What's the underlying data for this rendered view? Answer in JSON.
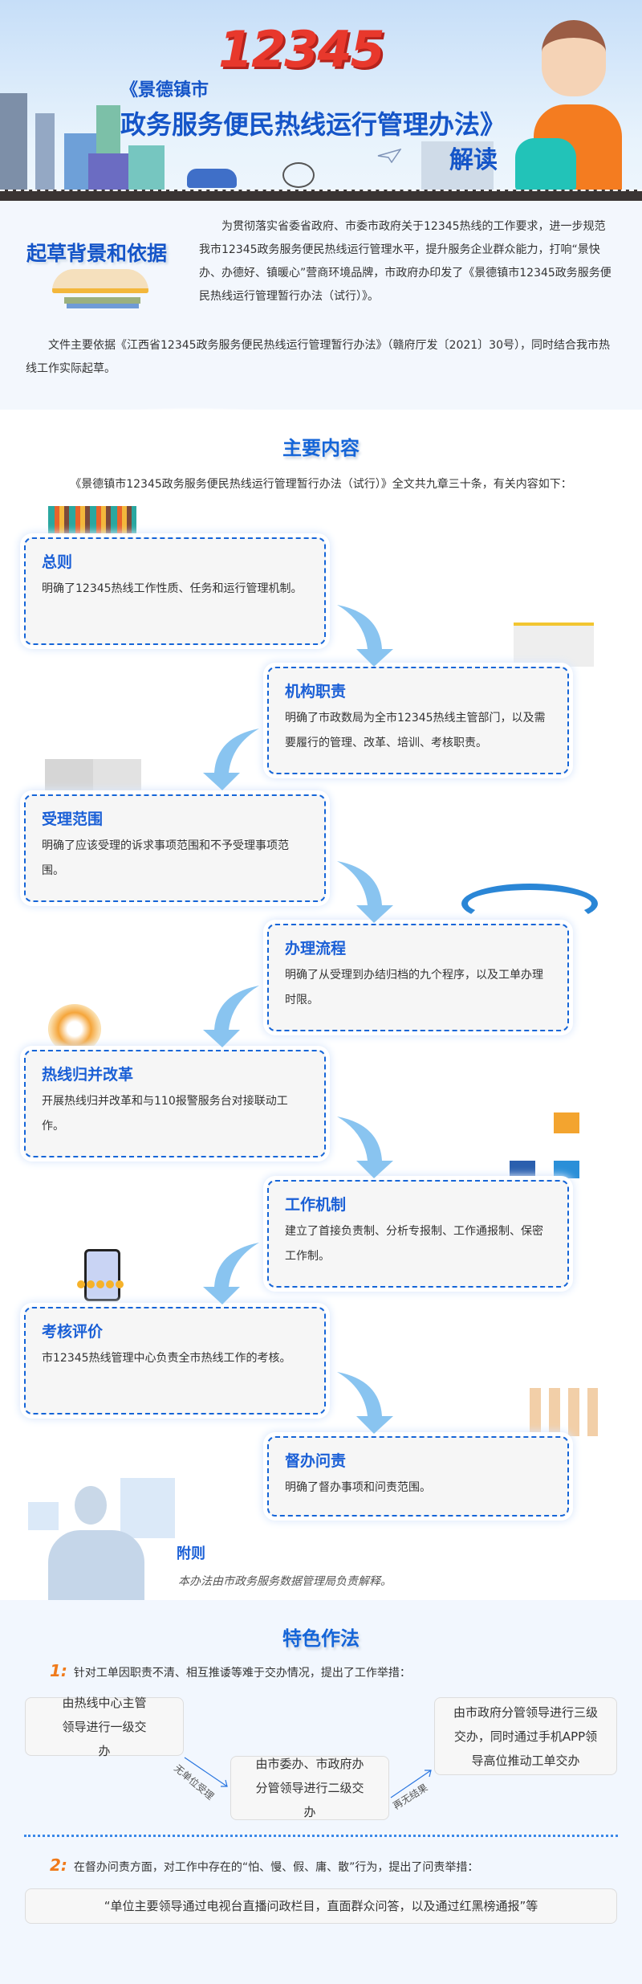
{
  "banner": {
    "title_prefix": "《景德镇市",
    "title_number": "12345",
    "title_main": "政务服务便民热线运行管理办法》",
    "title_suffix": "解读"
  },
  "background": {
    "title": "起草背景和依据",
    "para1": "为贯彻落实省委省政府、市委市政府关于12345热线的工作要求，进一步规范我市12345政务服务便民热线运行管理水平，提升服务企业群众能力，打响“景快办、办德好、镇暖心”营商环境品牌，市政府办印发了《景德镇市12345政务服务便民热线运行管理暂行办法（试行）》。",
    "para2": "文件主要依据《江西省12345政务服务便民热线运行管理暂行办法》（赣府厅发〔2021〕30号），同时结合我市热线工作实际起草。"
  },
  "main": {
    "title": "主要内容",
    "intro": "《景德镇市12345政务服务便民热线运行管理暂行办法（试行）》全文共九章三十条，有关内容如下：",
    "chapters": [
      {
        "title": "总则",
        "body": "明确了12345热线工作性质、任务和运行管理机制。"
      },
      {
        "title": "机构职责",
        "body": "明确了市政数局为全市12345热线主管部门，以及需要履行的管理、改革、培训、考核职责。"
      },
      {
        "title": "受理范围",
        "body": "明确了应该受理的诉求事项范围和不予受理事项范围。"
      },
      {
        "title": "办理流程",
        "body": "明确了从受理到办结归档的九个程序，以及工单办理时限。"
      },
      {
        "title": "热线归并改革",
        "body": "开展热线归并改革和与110报警服务台对接联动工作。"
      },
      {
        "title": "工作机制",
        "body": "建立了首接负责制、分析专报制、工作通报制、保密工作制。"
      },
      {
        "title": "考核评价",
        "body": "市12345热线管理中心负责全市热线工作的考核。"
      },
      {
        "title": "督办问责",
        "body": "明确了督办事项和问责范围。"
      }
    ],
    "appendix_title": "附则",
    "appendix_body": "本办法由市政务服务数据管理局负责解释。"
  },
  "features": {
    "title": "特色作法",
    "item1_num": "1:",
    "item1_text": "针对工单因职责不清、相互推诿等难于交办情况，提出了工作举措：",
    "step1": "由热线中心主管领导进行一级交办",
    "step2": "由市委办、市政府办分管领导进行二级交办",
    "step3": "由市政府分管领导进行三级交办，同时通过手机APP领导高位推动工单交办",
    "arrow1_label": "无单位受理",
    "arrow2_label": "再无结果",
    "item2_num": "2:",
    "item2_text": "在督办问责方面，对工作中存在的“怕、慢、假、庸、散”行为，提出了问责举措：",
    "item2_box": "“单位主要领导通过电视台直播问政栏目，直面群众问答，以及通过红黑榜通报”等"
  },
  "colors": {
    "accent": "#1565d8",
    "number_red": "#e8382c",
    "orange": "#f07a1a"
  }
}
